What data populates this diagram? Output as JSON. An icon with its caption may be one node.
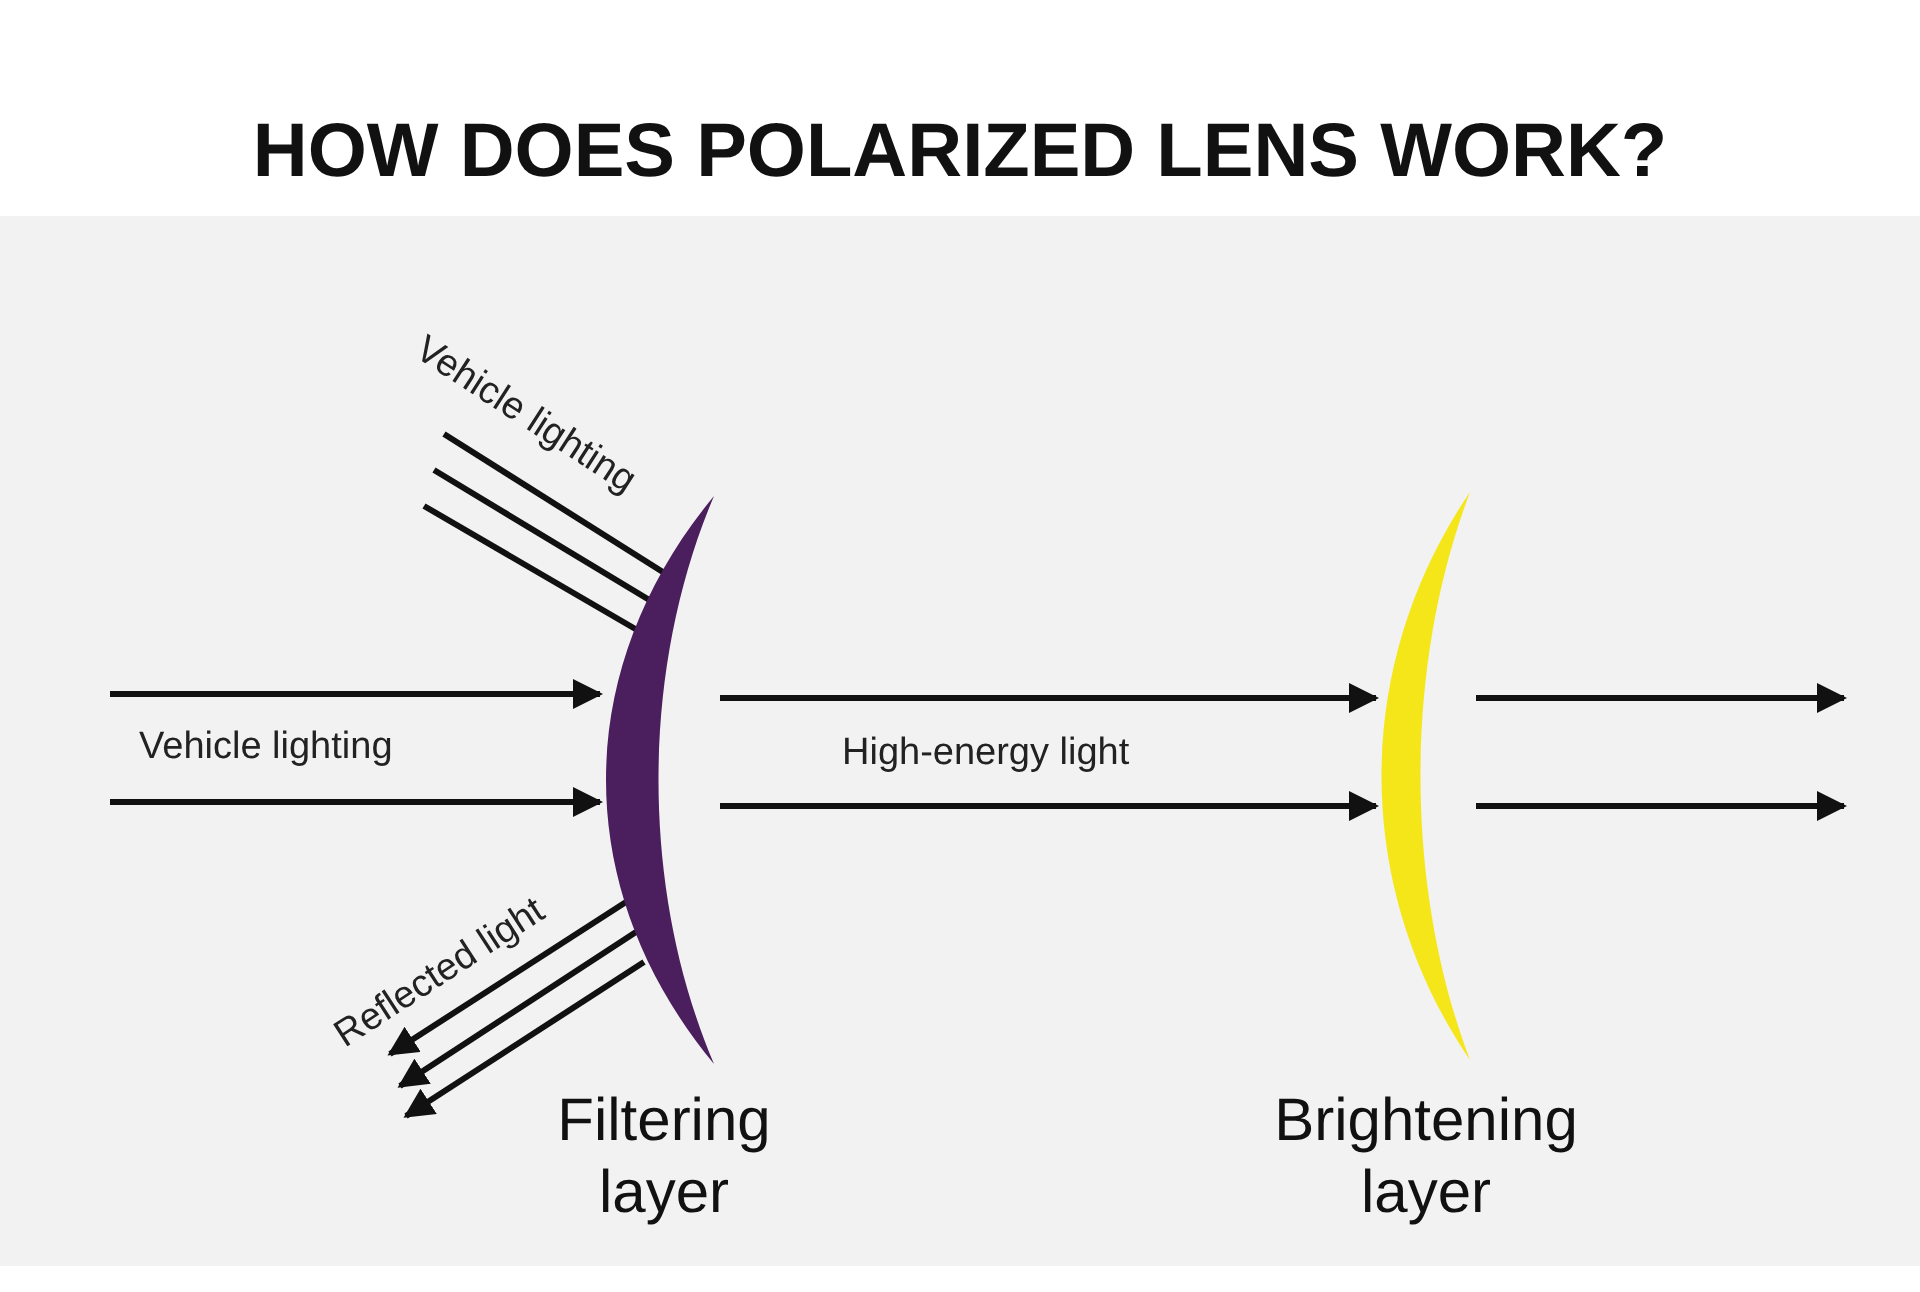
{
  "diagram": {
    "title": "HOW DOES POLARIZED LENS WORK?",
    "nodes": [
      {
        "text": [
          "Filtering layer"
        ]
      },
      {
        "text": [
          "Brightening layer"
        ]
      }
    ],
    "edges": [
      {
        "from": null,
        "to": 0,
        "arrow": "to",
        "label": "Vehicle lighting"
      },
      {
        "from": null,
        "to": 0,
        "arrow": "to"
      },
      {
        "from": null,
        "to": 0,
        "arrow": "none",
        "label": "Vehicle lighting"
      },
      {
        "from": null,
        "to": 0,
        "arrow": "none"
      },
      {
        "from": null,
        "to": 0,
        "arrow": "none"
      },
      {
        "from": 0,
        "to": null,
        "arrow": "to",
        "label": "Reflected light"
      },
      {
        "from": 0,
        "to": null,
        "arrow": "to"
      },
      {
        "from": 0,
        "to": null,
        "arrow": "to"
      },
      {
        "from": 0,
        "to": 1,
        "arrow": "to",
        "label": "High-energy light"
      },
      {
        "from": 0,
        "to": 1,
        "arrow": "to"
      },
      {
        "from": 1,
        "to": null,
        "arrow": "to"
      },
      {
        "from": 1,
        "to": null,
        "arrow": "to"
      }
    ]
  }
}
